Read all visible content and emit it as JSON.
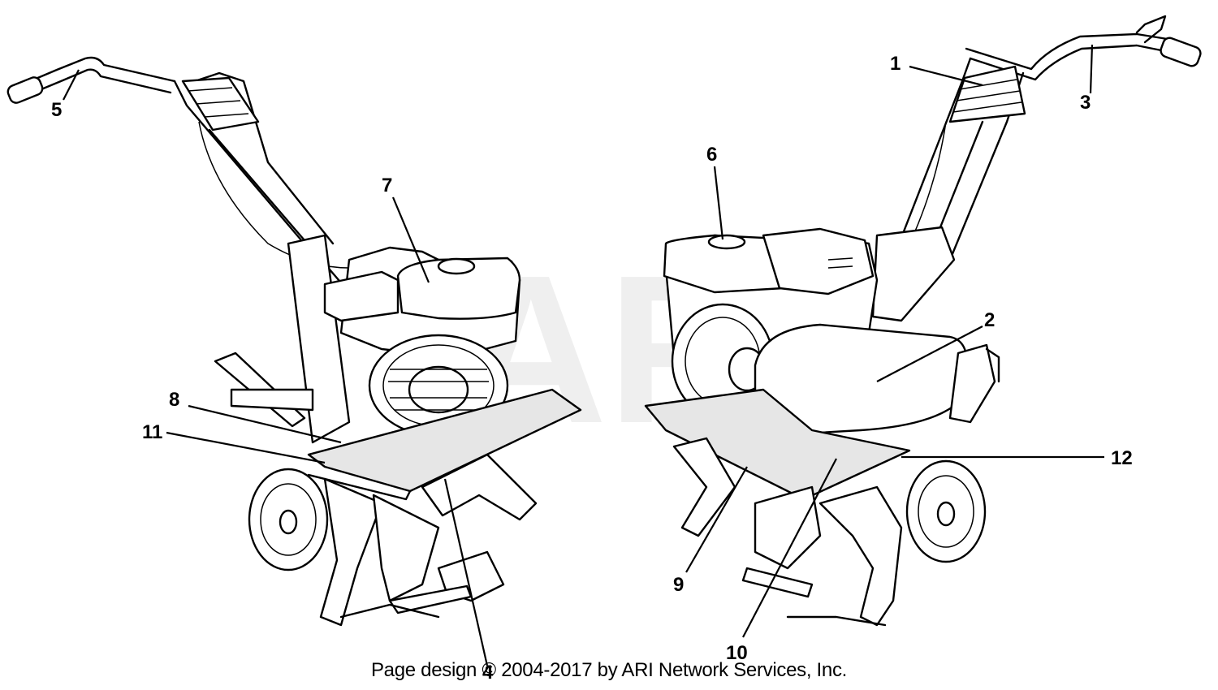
{
  "watermark": "ARI",
  "copyright": "Page design © 2004-2017 by ARI Network Services, Inc.",
  "callouts": {
    "c1": "1",
    "c2": "2",
    "c3": "3",
    "c4": "4",
    "c5": "5",
    "c6": "6",
    "c7": "7",
    "c8": "8",
    "c9": "9",
    "c10": "10",
    "c11": "11",
    "c12": "12"
  }
}
